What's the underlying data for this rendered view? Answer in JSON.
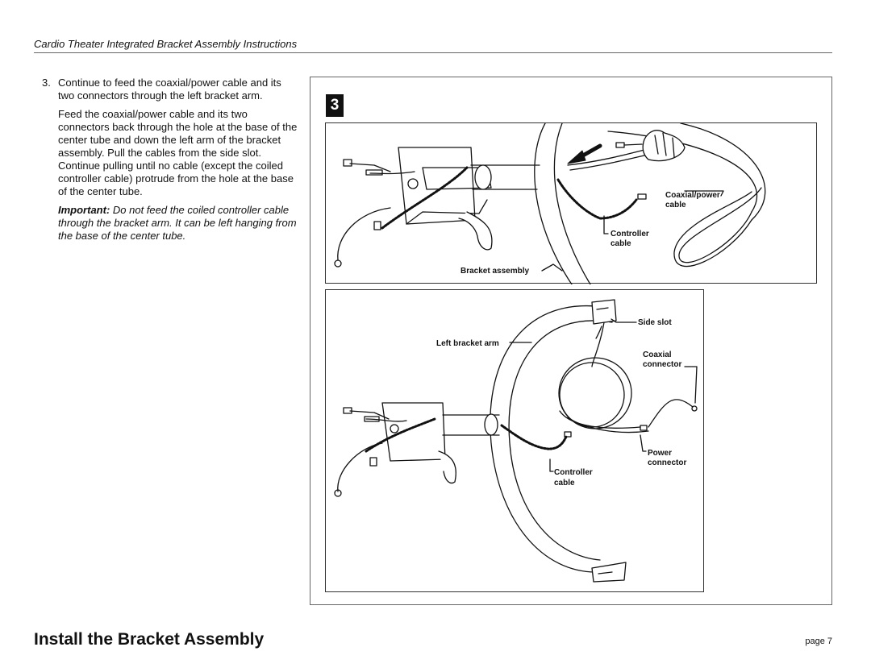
{
  "header": {
    "title": "Cardio Theater Integrated Bracket Assembly Instructions"
  },
  "instructions": {
    "step_number": "3.",
    "step_text": "Continue to feed the coaxial/power cable and its two connectors through the left bracket arm.",
    "paragraph": "Feed the coaxial/power cable and its two connectors back through the hole at the base of the center tube and down the left arm of the bracket assembly. Pull the cables from the side slot. Continue pulling until no cable (except the coiled controller cable) protrude from the hole at the base of the center tube.",
    "important_label": "Important:",
    "important_text": " Do not feed the coiled controller cable through the bracket arm. It can be left hanging from the base of the center tube."
  },
  "figure": {
    "step_badge": "3",
    "top_panel": {
      "coaxial_power_line1": "Coaxial/power",
      "coaxial_power_line2": "cable",
      "controller_line1": "Controller",
      "controller_line2": "cable",
      "bracket_assembly": "Bracket assembly"
    },
    "bottom_panel": {
      "side_slot": "Side slot",
      "left_bracket_arm": "Left bracket arm",
      "coaxial_line1": "Coaxial",
      "coaxial_line2": "connector",
      "power_line1": "Power",
      "power_line2": "connector",
      "controller_line1": "Controller",
      "controller_line2": "cable"
    }
  },
  "footer": {
    "section_title": "Install the Bracket Assembly",
    "page_label": "page 7"
  }
}
